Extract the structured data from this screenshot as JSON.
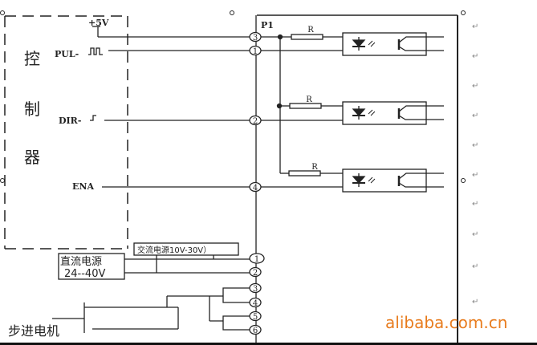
{
  "controller": {
    "chars": [
      "控",
      "制",
      "器"
    ]
  },
  "signals": {
    "plus5v": "+5V",
    "pul": "PUL-",
    "dir": "DIR-",
    "ena": "ENA"
  },
  "driver": {
    "title": "P1",
    "resistor_label": "R"
  },
  "pins_top": {
    "p3": "3",
    "p1": "1",
    "p2": "2",
    "p4": "4"
  },
  "power": {
    "ac_label": "交流电源10V-30V）",
    "dc_label": "直流电源",
    "dc_range": "24--40V"
  },
  "pins_bottom": [
    "1",
    "2",
    "3",
    "4",
    "5",
    "6"
  ],
  "motor": {
    "label": "步进电机"
  },
  "paragraph_mark": "↵",
  "watermark": "alibaba.com.cn"
}
